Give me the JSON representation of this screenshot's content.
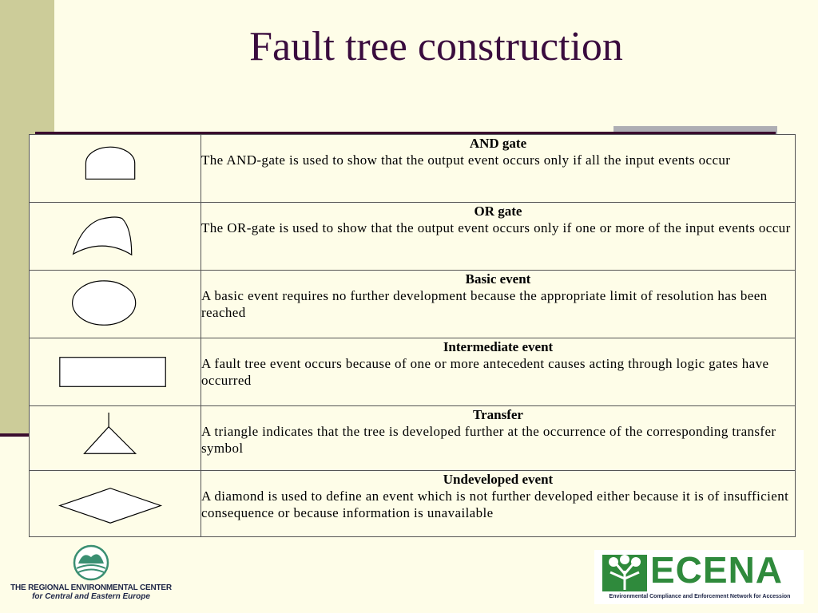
{
  "slide": {
    "title": "Fault tree construction"
  },
  "rows": [
    {
      "symbol": "and-gate",
      "name": "AND gate",
      "text": "The AND-gate is used to show that the output event occurs only if all the input events occur"
    },
    {
      "symbol": "or-gate",
      "name": "OR gate",
      "text": "The OR-gate is used to show that the output event occurs only if one or more of the input events occur"
    },
    {
      "symbol": "basic-event",
      "name": "Basic event",
      "text": "A basic event requires no further development because the appropriate limit of resolution has been reached"
    },
    {
      "symbol": "intermediate-event",
      "name": "Intermediate event",
      "text": "A fault tree event occurs because of one or more antecedent causes acting through logic gates have occurred"
    },
    {
      "symbol": "transfer",
      "name": "Transfer",
      "text": "A triangle indicates that the tree is developed further at the occurrence of the corresponding transfer symbol"
    },
    {
      "symbol": "undeveloped-event",
      "name": "Undeveloped event",
      "text": "A diamond is used to define an event which is not further developed either because it is of insufficient consequence or because information is unavailable"
    }
  ],
  "footer": {
    "rec_line1": "THE REGIONAL ENVIRONMENTAL CENTER",
    "rec_line2": "for Central and Eastern Europe",
    "ecena_name": "ECENA",
    "ecena_subtitle": "Environmental Compliance and Enforcement Network for Accession"
  },
  "colors": {
    "background": "#fefde8",
    "sidebar": "#cccc99",
    "title": "#3a0c3e",
    "ecena_green": "#2f8a3c"
  }
}
